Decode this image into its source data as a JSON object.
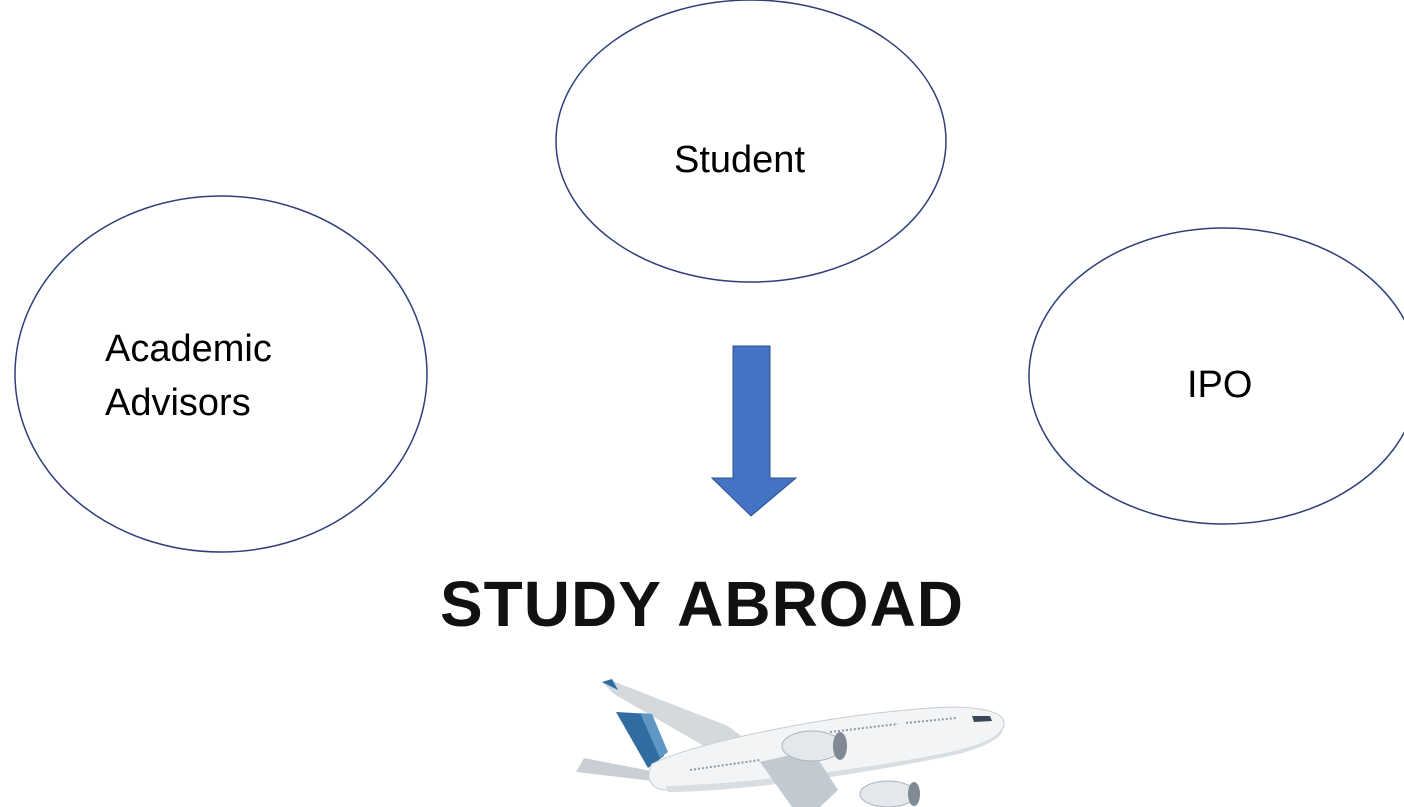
{
  "nodes": {
    "student": "Student",
    "advisors_line1": "Academic",
    "advisors_line2": "Advisors",
    "ipo": "IPO"
  },
  "headline": "STUDY ABROAD",
  "colors": {
    "node_outline": "#2e3f7a",
    "arrow_fill": "#4472c4",
    "arrow_outline": "#2f528f",
    "plane_tail": "#2f6da0",
    "plane_body": "#f2f4f6"
  },
  "icons": {
    "arrow": "down-arrow-icon",
    "plane": "airplane-icon"
  }
}
